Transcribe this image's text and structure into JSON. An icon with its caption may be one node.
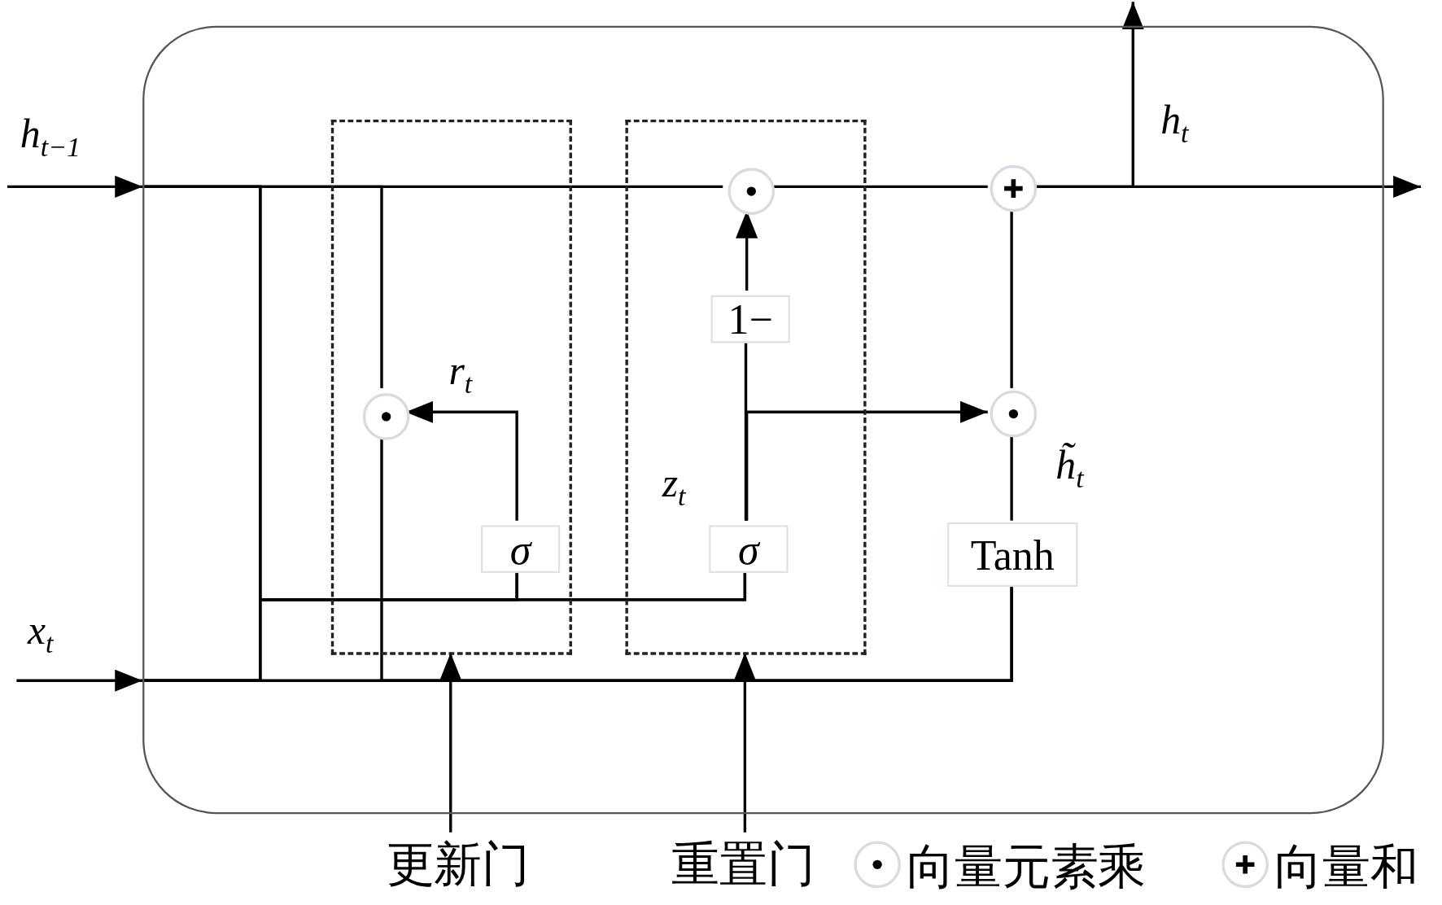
{
  "diagram": {
    "nodes": [
      {
        "text": [],
        "shape": "box"
      },
      {
        "text": [],
        "shape": "box",
        "in": 0
      },
      {
        "text": [],
        "shape": "box",
        "in": 0
      },
      {
        "text": [],
        "shape": "circle",
        "in": 1
      },
      {
        "text": [
          "σ"
        ],
        "in": 1
      },
      {
        "text": [],
        "shape": "circle",
        "in": 2
      },
      {
        "text": [
          "1−"
        ],
        "in": 2
      },
      {
        "text": [
          "σ"
        ],
        "in": 2
      },
      {
        "text": [],
        "shape": "circle",
        "in": 0
      },
      {
        "text": [],
        "shape": "circle",
        "in": 0
      },
      {
        "text": [
          "Tanh"
        ],
        "in": 0
      },
      {
        "text": [
          "更新门"
        ]
      },
      {
        "text": [
          "重置门"
        ]
      }
    ],
    "edges": [
      {
        "from": null,
        "to": 0,
        "arrow": "to"
      },
      {
        "from": 0,
        "to": 5,
        "arrow": "none"
      },
      {
        "from": 0,
        "to": 3,
        "arrow": "none"
      },
      {
        "from": 0,
        "to": 4,
        "arrow": "none"
      },
      {
        "from": 0,
        "to": 7,
        "arrow": "none"
      },
      {
        "from": null,
        "to": 0,
        "arrow": "to"
      },
      {
        "from": 0,
        "to": 10,
        "arrow": "none"
      },
      {
        "from": 0,
        "to": 4,
        "arrow": "none"
      },
      {
        "from": 0,
        "to": 7,
        "arrow": "none"
      },
      {
        "from": 3,
        "to": 10,
        "arrow": "none"
      },
      {
        "from": 4,
        "to": 3,
        "arrow": "to"
      },
      {
        "from": 7,
        "to": 6,
        "arrow": "none"
      },
      {
        "from": 6,
        "to": 5,
        "arrow": "to"
      },
      {
        "from": 7,
        "to": 9,
        "arrow": "to"
      },
      {
        "from": 10,
        "to": 9,
        "arrow": "none"
      },
      {
        "from": 9,
        "to": 8,
        "arrow": "none"
      },
      {
        "from": 5,
        "to": 8,
        "arrow": "none"
      },
      {
        "from": 8,
        "to": null,
        "arrow": "to"
      },
      {
        "from": 8,
        "to": null,
        "arrow": "to"
      },
      {
        "from": 11,
        "to": 1,
        "arrow": "to"
      },
      {
        "from": 12,
        "to": 2,
        "arrow": "to"
      }
    ],
    "labels": [
      "*h*$_{t−1}$",
      "*x*$_{t}$",
      "*r*$_{t}$",
      "*z*$_{t}$",
      "*h̃*$_{t}$",
      "*h*$_{t}$"
    ],
    "legend": [
      {
        "text": "向量元素乘"
      },
      {
        "text": "向量和"
      }
    ]
  }
}
